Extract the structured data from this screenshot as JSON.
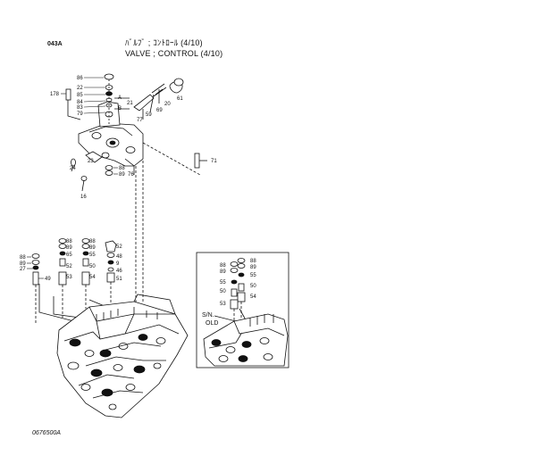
{
  "header": {
    "page_code": "043A",
    "title_jp": "ﾊﾞﾙﾌﾞ ; ｺﾝﾄﾛｰﾙ (4/10)",
    "title_en": "VALVE ; CONTROL (4/10)"
  },
  "footer": {
    "drawing_number": "0676500A"
  },
  "inset": {
    "sn_label": "S/N.",
    "old_label": "OLD"
  },
  "callouts": {
    "top": [
      "86",
      "22",
      "85",
      "84",
      "83",
      "79",
      "178",
      "A",
      "B",
      "21",
      "77",
      "59",
      "69",
      "20",
      "61",
      "71",
      "23",
      "88",
      "89",
      "76",
      "24",
      "16"
    ],
    "lower": [
      "88",
      "89",
      "65",
      "52",
      "49",
      "53",
      "88",
      "89",
      "55",
      "50",
      "54",
      "52",
      "48",
      "9",
      "46",
      "51"
    ],
    "inset": [
      "88",
      "89",
      "88",
      "89",
      "55",
      "55",
      "50",
      "50",
      "54",
      "53"
    ]
  },
  "colors": {
    "ink": "#111111",
    "paper": "#ffffff"
  }
}
